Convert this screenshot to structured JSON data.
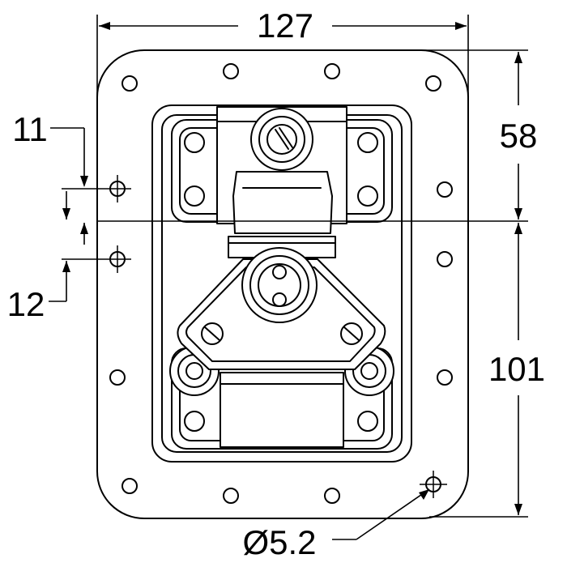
{
  "drawing": {
    "dimensions": {
      "width": "127",
      "upper_height": "58",
      "lower_height": "101",
      "left_upper_offset": "11",
      "left_lower_offset": "12",
      "hole_diameter": "Ø5.2"
    },
    "colors": {
      "line": "#000000",
      "background": "#ffffff"
    }
  }
}
